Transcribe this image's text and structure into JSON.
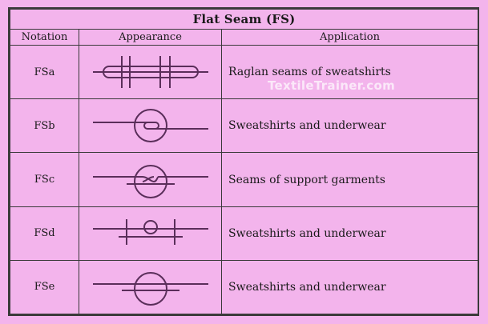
{
  "title": "Flat Seam (FS)",
  "headers": {
    "notation": "Notation",
    "appearance": "Appearance",
    "application": "Application"
  },
  "rows": [
    {
      "notation": "FSa",
      "application": "Raglan seams of sweatshirts",
      "symbol": "fsa-seam-symbol"
    },
    {
      "notation": "FSb",
      "application": "Sweatshirts and underwear",
      "symbol": "fsb-seam-symbol"
    },
    {
      "notation": "FSc",
      "application": "Seams of support garments",
      "symbol": "fsc-seam-symbol"
    },
    {
      "notation": "FSd",
      "application": "Sweatshirts and underwear",
      "symbol": "fsd-seam-symbol"
    },
    {
      "notation": "FSe",
      "application": "Sweatshirts and underwear",
      "symbol": "fse-seam-symbol"
    }
  ],
  "watermark": "TextileTrainer.com",
  "colors": {
    "background": "#f3b4ec",
    "lines": "#3a3a3a",
    "symbol": "#5a2e5a"
  }
}
